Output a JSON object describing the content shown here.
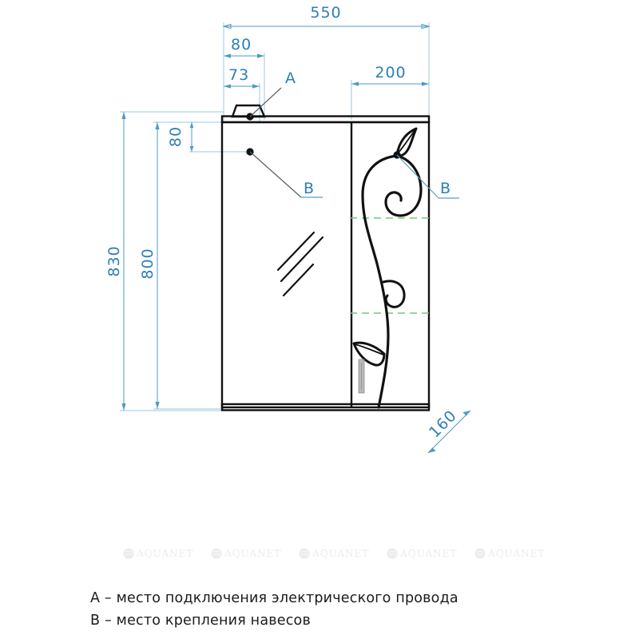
{
  "drawing": {
    "title": "Aquanet mirror cabinet technical drawing",
    "units": "mm",
    "dimension_color": "#2c7fb8",
    "outline_color": "#111111",
    "shelf_color": "#79c67a",
    "watermark_color": "#ececec"
  },
  "dimensions": {
    "overall_width": "550",
    "left_offset_outer": "80",
    "left_offset_inner": "73",
    "right_section_width": "200",
    "overall_height": "830",
    "body_height": "800",
    "top_mount_offset": "80",
    "depth": "160"
  },
  "callouts": {
    "a_top": "A",
    "b_left": "B",
    "b_right": "B"
  },
  "legend": {
    "line_a": "A – место подключения электрического провода",
    "line_b": "B – место крепления навесов"
  },
  "watermarks": {
    "label": "AQUANET",
    "items": [
      {
        "label": "AQUANET"
      },
      {
        "label": "AQUANET"
      },
      {
        "label": "AQUANET"
      },
      {
        "label": "AQUANET"
      },
      {
        "label": "AQUANET"
      }
    ]
  }
}
